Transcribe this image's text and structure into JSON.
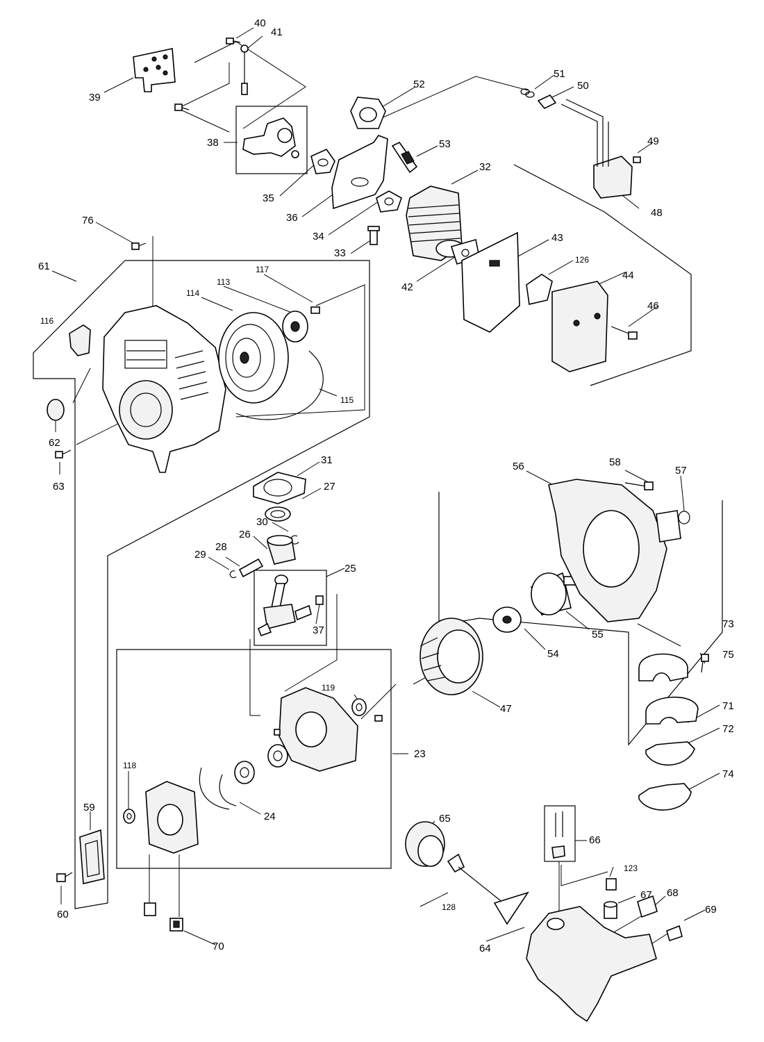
{
  "part_numbers": {
    "p23": "23",
    "p24": "24",
    "p25": "25",
    "p26": "26",
    "p27": "27",
    "p28": "28",
    "p29": "29",
    "p30": "30",
    "p31": "31",
    "p32": "32",
    "p33": "33",
    "p34": "34",
    "p35": "35",
    "p36": "36",
    "p37": "37",
    "p38": "38",
    "p39": "39",
    "p40": "40",
    "p41": "41",
    "p42": "42",
    "p43": "43",
    "p44": "44",
    "p46": "46",
    "p47": "47",
    "p48": "48",
    "p49": "49",
    "p50": "50",
    "p51": "51",
    "p52": "52",
    "p53": "53",
    "p54": "54",
    "p55": "55",
    "p56": "56",
    "p57": "57",
    "p58": "58",
    "p59": "59",
    "p60": "60",
    "p61": "61",
    "p62": "62",
    "p63": "63",
    "p64": "64",
    "p65": "65",
    "p66": "66",
    "p67": "67",
    "p68": "68",
    "p69": "69",
    "p70": "70",
    "p71": "71",
    "p72": "72",
    "p73": "73",
    "p74": "74",
    "p75": "75",
    "p76": "76",
    "p113": "113",
    "p114": "114",
    "p115": "115",
    "p116": "116",
    "p117": "117",
    "p118": "118",
    "p119": "119",
    "p123": "123",
    "p126": "126",
    "p128": "128"
  },
  "colors": {
    "line": "#000000",
    "background": "#ffffff",
    "part_fill": "#f2f2f2"
  }
}
